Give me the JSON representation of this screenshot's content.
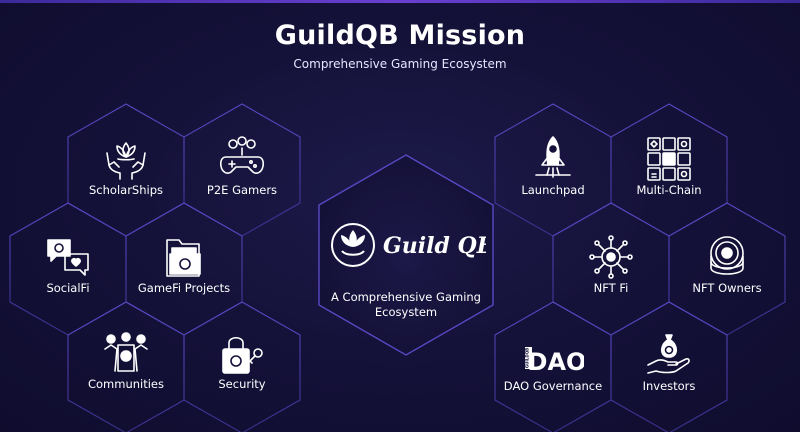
{
  "header": {
    "title": "GuildQB Mission",
    "subtitle": "Comprehensive Gaming Ecosystem"
  },
  "center": {
    "logo_text": "Guild QB",
    "description_line1": "A Comprehensive Gaming",
    "description_line2": "Ecosystem"
  },
  "left_cluster": {
    "scholarships": "ScholarShips",
    "p2e_gamers": "P2E Gamers",
    "socialfi": "SocialFi",
    "gamefi_projects": "GameFi Projects",
    "communities": "Communities",
    "security": "Security"
  },
  "right_cluster": {
    "launchpad": "Launchpad",
    "multi_chain": "Multi-Chain",
    "nft_fi": "NFT Fi",
    "nft_owners": "NFT Owners",
    "dao_governance": "DAO Governance",
    "investors": "Investors",
    "dao_icon_text": "DAO",
    "dao_side_text": "GUILDQB"
  },
  "colors": {
    "background": "#15123a",
    "hex_stroke": "#4f3fb0",
    "hex_glow": "#7a5cff",
    "text": "#ffffff"
  }
}
